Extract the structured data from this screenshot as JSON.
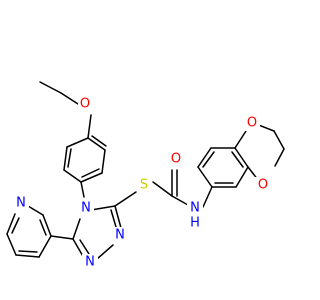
{
  "molecule": {
    "atoms": {
      "o_ethoxy": {
        "text": "O"
      },
      "n_triazole_4": {
        "text": "N"
      },
      "n_triazole_1": {
        "text": "N"
      },
      "n_triazole_2": {
        "text": "N"
      },
      "s_thioether": {
        "text": "S"
      },
      "o_carbonyl": {
        "text": "O"
      },
      "n_amide": {
        "text": "N"
      },
      "h_amide": {
        "text": "H"
      },
      "o_dioxane_top": {
        "text": "O"
      },
      "o_dioxane_bottom": {
        "text": "O"
      },
      "n_pyridine": {
        "text": "N"
      }
    }
  },
  "colors": {
    "bond": "#000000",
    "oxygen": "#ff0000",
    "nitrogen": "#0000ff",
    "sulfur": "#cccc00",
    "background": "#ffffff"
  }
}
